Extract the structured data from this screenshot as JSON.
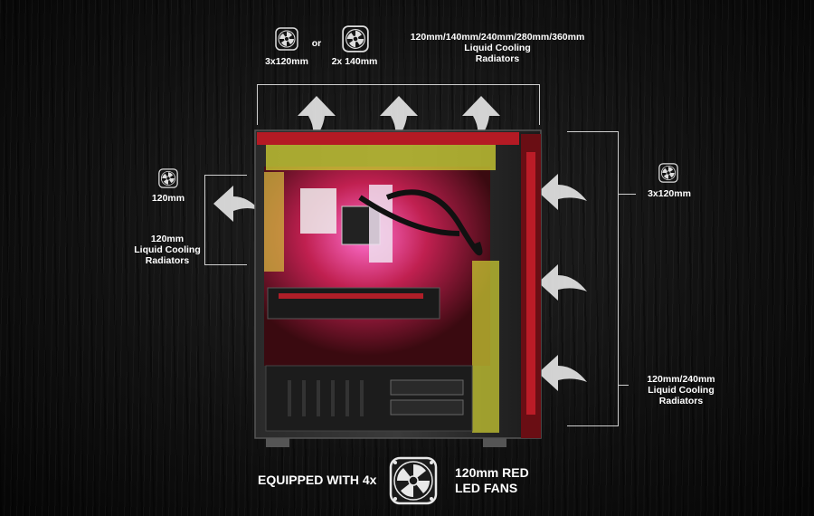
{
  "top": {
    "fan_option_1": "3x120mm",
    "or_label": "or",
    "fan_option_2": "2x 140mm",
    "radiator_line1": "120mm/140mm/240mm/280mm/360mm",
    "radiator_line2": "Liquid Cooling",
    "radiator_line3": "Radiators"
  },
  "rear": {
    "fan_label": "120mm",
    "radiator_line1": "120mm",
    "radiator_line2": "Liquid Cooling",
    "radiator_line3": "Radiators"
  },
  "front": {
    "fan_label": "3x120mm",
    "radiator_line1": "120mm/240mm",
    "radiator_line2": "Liquid Cooling",
    "radiator_line3": "Radiators"
  },
  "bottom": {
    "equipped_label": "EQUIPPED WITH 4x",
    "fans_line1": "120mm RED",
    "fans_line2": "LED FANS"
  },
  "icons": [
    "fan-icon",
    "airflow-arrow-icon"
  ],
  "colors": {
    "accent_red": "#e0202a",
    "highlight_yellow": "#d8d23a",
    "text": "#ffffff",
    "line": "#cfcfcf"
  }
}
